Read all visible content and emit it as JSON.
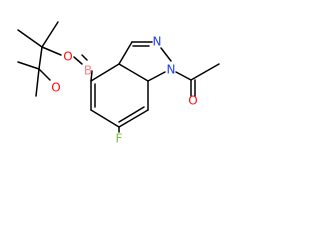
{
  "molecule": {
    "atoms": [
      {
        "symbol": "N",
        "color": "#1E3EF2"
      },
      {
        "symbol": "N",
        "color": "#1E3EF2"
      },
      {
        "symbol": "O",
        "color": "#FF0D0D"
      },
      {
        "symbol": "O",
        "color": "#FF0D0D"
      },
      {
        "symbol": "O",
        "color": "#FF0D0D"
      },
      {
        "symbol": "B",
        "color": "#FF8080"
      },
      {
        "symbol": "F",
        "color": "#78C040"
      }
    ]
  }
}
